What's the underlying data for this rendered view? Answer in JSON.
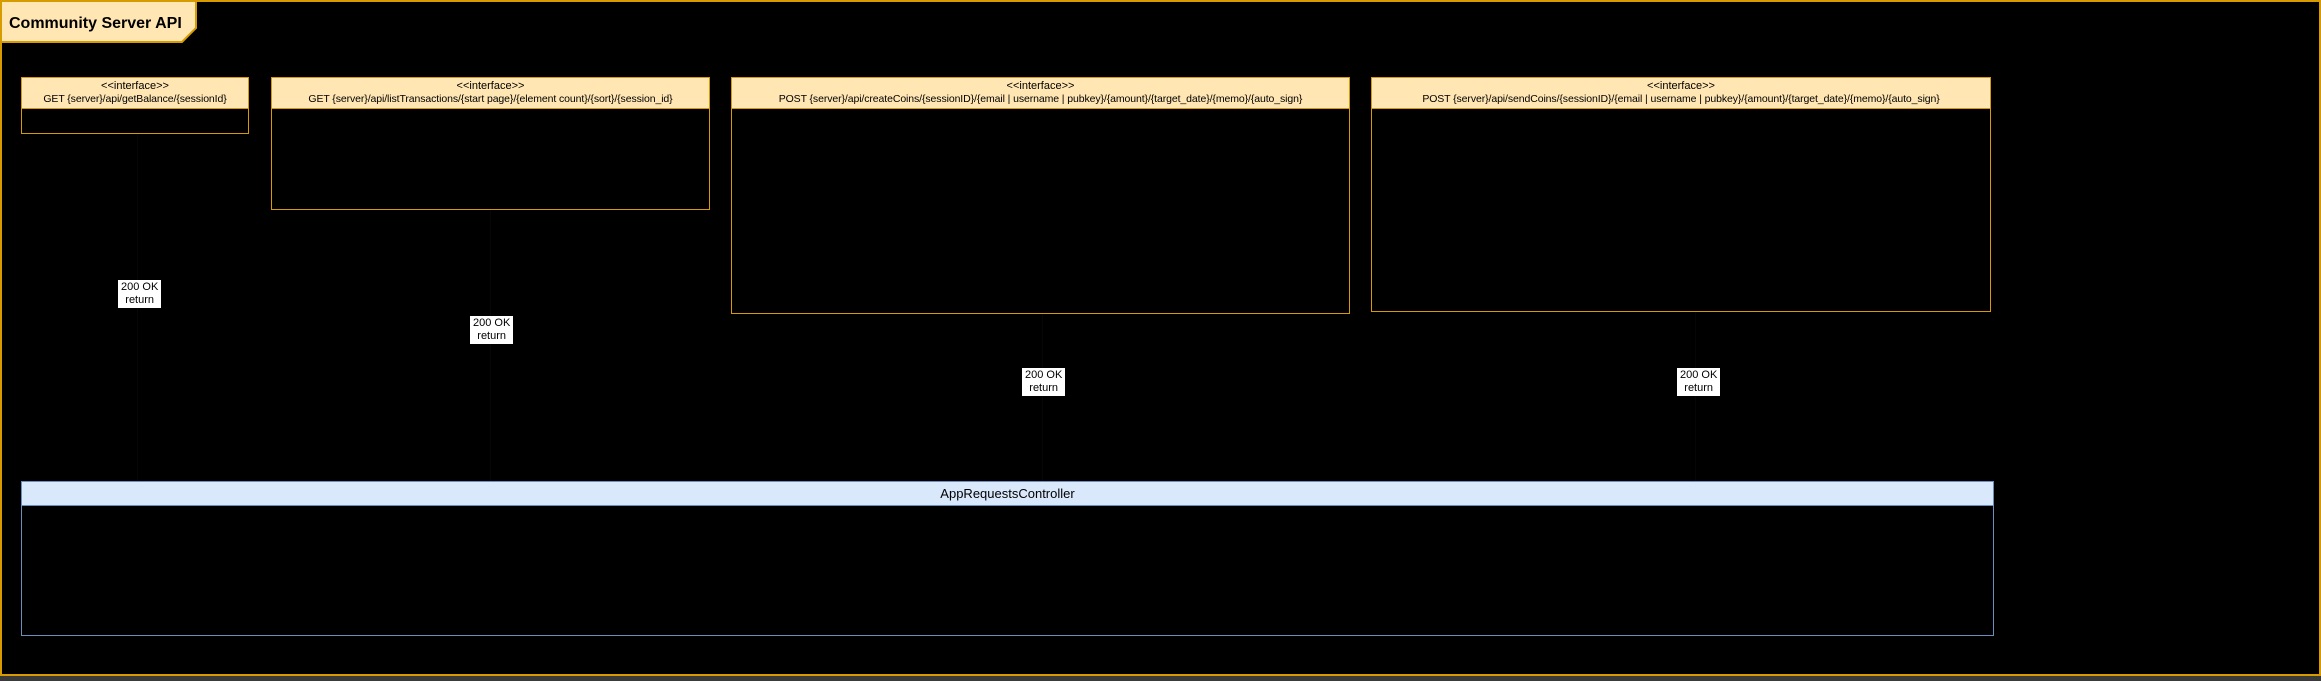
{
  "frame": {
    "title": "Community Server API"
  },
  "interfaces": [
    {
      "stereotype": "<<interface>>",
      "signature": "GET {server}/api/getBalance/{sessionId}"
    },
    {
      "stereotype": "<<interface>>",
      "signature": "GET {server}/api/listTransactions/{start page}/{element count}/{sort}/{session_id}"
    },
    {
      "stereotype": "<<interface>>",
      "signature": "POST {server}/api/createCoins/{sessionID}/{email | username | pubkey}/{amount}/{target_date}/{memo}/{auto_sign}"
    },
    {
      "stereotype": "<<interface>>",
      "signature": "POST {server}/api/sendCoins/{sessionID}/{email | username | pubkey}/{amount}/{target_date}/{memo}/{auto_sign}"
    }
  ],
  "edge_labels": [
    {
      "status": "200 OK",
      "action": "return"
    },
    {
      "status": "200 OK",
      "action": "return"
    },
    {
      "status": "200 OK",
      "action": "return"
    },
    {
      "status": "200 OK",
      "action": "return"
    }
  ],
  "controller": {
    "name": "AppRequestsController"
  },
  "colors": {
    "background": "#000000",
    "frame_border": "#d79b00",
    "interface_fill": "#ffe6b3",
    "interface_border": "#d79b00",
    "controller_fill": "#dae8fc",
    "controller_border": "#6c8ebf",
    "label_background": "#ffffff",
    "text": "#000000"
  }
}
